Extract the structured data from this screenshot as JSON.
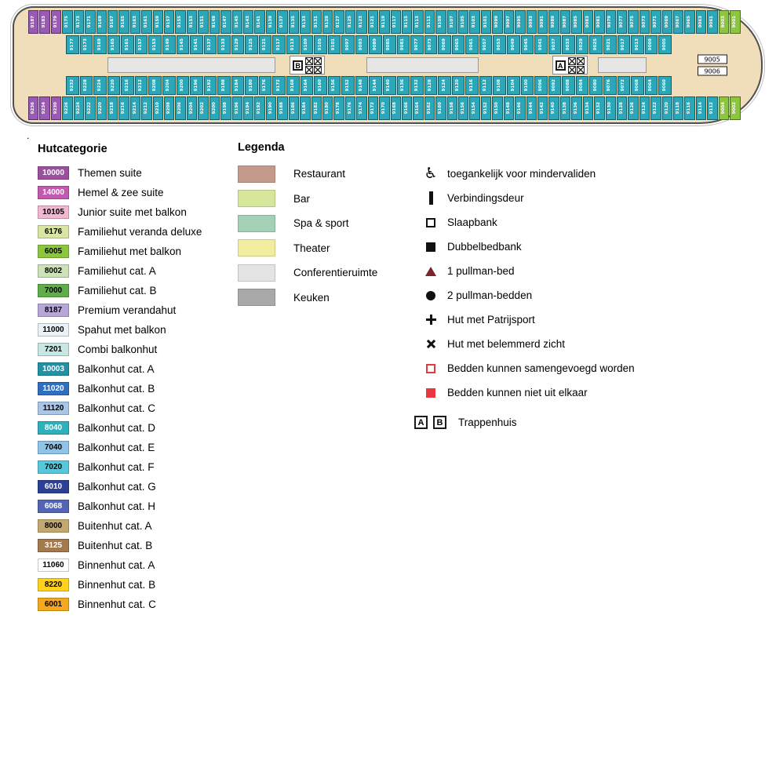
{
  "deck_plan": {
    "footnote": ".",
    "stairwells": {
      "left_letter": "B",
      "right_letter": "A"
    },
    "service_boxes": [
      "9005",
      "9006"
    ],
    "cabin_colors": {
      "teal": "#2aa7b8",
      "purple": "#9a59b5",
      "lavender": "#b39ddb",
      "green": "#8cc63f",
      "pink": "#d874c0"
    },
    "rows": [
      {
        "name": "top-outer",
        "segments": [
          {
            "type": "list",
            "color": "purple",
            "numbers": [
              "9187",
              "9183",
              "9179"
            ]
          },
          {
            "type": "range",
            "color": "teal",
            "start": 9175,
            "step": -2,
            "count": 58
          },
          {
            "type": "list",
            "color": "green",
            "numbers": [
              "9003",
              "9001"
            ]
          }
        ]
      },
      {
        "name": "top-inner",
        "segments": [
          {
            "type": "range",
            "color": "teal",
            "start": 9177,
            "step": -4,
            "count": 44
          }
        ]
      },
      {
        "name": "bottom-inner",
        "segments": [
          {
            "type": "range",
            "color": "teal",
            "start": 9232,
            "step": -4,
            "count": 44
          }
        ]
      },
      {
        "name": "bottom-outer",
        "segments": [
          {
            "type": "list",
            "color": "purple",
            "numbers": [
              "9236",
              "9234",
              "9230"
            ]
          },
          {
            "type": "range",
            "color": "teal",
            "start": 9226,
            "step": -2,
            "count": 58
          },
          {
            "type": "list",
            "color": "green",
            "numbers": [
              "9004",
              "9002"
            ]
          }
        ]
      }
    ]
  },
  "hutcategorie": {
    "title": "Hutcategorie",
    "items": [
      {
        "code": "10000",
        "label": "Themen suite",
        "color": "#9b4f9e",
        "text": "#ffffff"
      },
      {
        "code": "14000",
        "label": "Hemel & zee suite",
        "color": "#c45ab0",
        "text": "#ffffff"
      },
      {
        "code": "10105",
        "label": "Junior suite met balkon",
        "color": "#f2b8d2",
        "text": "#000000"
      },
      {
        "code": "6176",
        "label": "Familiehut veranda deluxe",
        "color": "#d9e6a3",
        "text": "#000000"
      },
      {
        "code": "6005",
        "label": "Familiehut met balkon",
        "color": "#8cc63f",
        "text": "#000000"
      },
      {
        "code": "8002",
        "label": "Familiehut cat. A",
        "color": "#cde2b8",
        "text": "#000000"
      },
      {
        "code": "7000",
        "label": "Familiehut cat. B",
        "color": "#5fae4a",
        "text": "#000000"
      },
      {
        "code": "8187",
        "label": "Premium verandahut",
        "color": "#b9a6d8",
        "text": "#000000"
      },
      {
        "code": "11000",
        "label": "Spahut met balkon",
        "color": "#e9f2f9",
        "text": "#000000"
      },
      {
        "code": "7201",
        "label": "Combi balkonhut",
        "color": "#c9e7e2",
        "text": "#000000"
      },
      {
        "code": "10003",
        "label": "Balkonhut cat. A",
        "color": "#2191a6",
        "text": "#ffffff"
      },
      {
        "code": "11020",
        "label": "Balkonhut cat. B",
        "color": "#2f6fc1",
        "text": "#ffffff"
      },
      {
        "code": "11120",
        "label": "Balkonhut cat. C",
        "color": "#a9c6e8",
        "text": "#000000"
      },
      {
        "code": "8040",
        "label": "Balkonhut cat. D",
        "color": "#2fb0bd",
        "text": "#ffffff"
      },
      {
        "code": "7040",
        "label": "Balkonhut cat. E",
        "color": "#8fc3e8",
        "text": "#000000"
      },
      {
        "code": "7020",
        "label": "Balkonhut cat. F",
        "color": "#57c8dc",
        "text": "#000000"
      },
      {
        "code": "6010",
        "label": "Balkonhut cat. G",
        "color": "#2d3f96",
        "text": "#ffffff"
      },
      {
        "code": "6068",
        "label": "Balkonhut cat. H",
        "color": "#5565b5",
        "text": "#ffffff"
      },
      {
        "code": "8000",
        "label": "Buitenhut cat. A",
        "color": "#c3a96f",
        "text": "#000000"
      },
      {
        "code": "3125",
        "label": "Buitenhut cat. B",
        "color": "#a5794e",
        "text": "#ffffff"
      },
      {
        "code": "11060",
        "label": "Binnenhut cat. A",
        "color": "#ffffff",
        "text": "#000000"
      },
      {
        "code": "8220",
        "label": "Binnenhut cat. B",
        "color": "#ffd21e",
        "text": "#000000"
      },
      {
        "code": "6001",
        "label": "Binnenhut cat. C",
        "color": "#f5a81c",
        "text": "#000000"
      }
    ]
  },
  "legenda": {
    "title": "Legenda",
    "areas": [
      {
        "label": "Restaurant",
        "color": "#c49a8c"
      },
      {
        "label": "Bar",
        "color": "#d6e69a"
      },
      {
        "label": "Spa & sport",
        "color": "#a5d0b8"
      },
      {
        "label": "Theater",
        "color": "#f2eea0"
      },
      {
        "label": "Conferentieruimte",
        "color": "#e4e4e4"
      },
      {
        "label": "Keuken",
        "color": "#a9a9a9"
      }
    ],
    "symbols": [
      {
        "icon": "wheelchair",
        "label": "toegankelijk voor mindervaliden"
      },
      {
        "icon": "door",
        "label": "Verbindingsdeur"
      },
      {
        "icon": "open-square",
        "label": "Slaapbank"
      },
      {
        "icon": "filled-square",
        "label": "Dubbelbedbank"
      },
      {
        "icon": "triangle",
        "label": "1 pullman-bed"
      },
      {
        "icon": "circle",
        "label": "2 pullman-bedden"
      },
      {
        "icon": "plus",
        "label": "Hut met Patrijsport"
      },
      {
        "icon": "cross",
        "label": "Hut met belemmerd zicht"
      },
      {
        "icon": "red-open-square",
        "label": "Bedden kunnen samengevoegd worden"
      },
      {
        "icon": "red-filled-square",
        "label": "Bedden kunnen niet uit elkaar"
      }
    ],
    "trappenhuis": {
      "letters": [
        "A",
        "B"
      ],
      "label": "Trappenhuis"
    }
  }
}
